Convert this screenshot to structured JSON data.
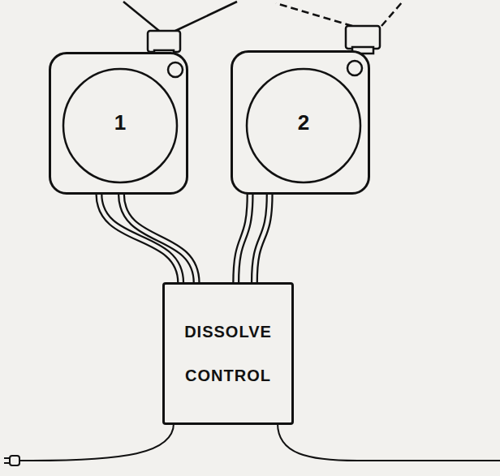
{
  "diagram": {
    "nodes": [
      {
        "text": [
          "1"
        ]
      },
      {
        "text": [
          "2"
        ]
      },
      {
        "text": [
          "DISSOLVE CONTROL"
        ]
      }
    ],
    "edges": [
      {
        "from": 0,
        "to": 2,
        "arrow": "none"
      },
      {
        "from": 0,
        "to": 2,
        "arrow": "none"
      },
      {
        "from": 1,
        "to": 2,
        "arrow": "none"
      },
      {
        "from": 1,
        "to": 2,
        "arrow": "none"
      }
    ]
  }
}
